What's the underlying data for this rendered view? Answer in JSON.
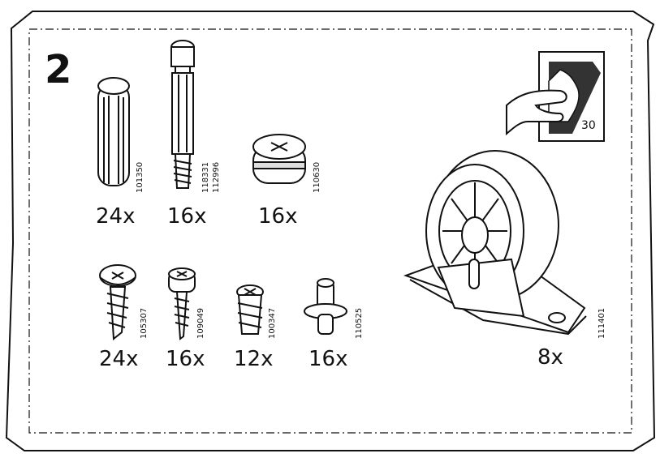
{
  "step_number": "2",
  "page_reference": "30",
  "parts": [
    {
      "name": "wooden-dowel",
      "code": "101350",
      "quantity": "24x"
    },
    {
      "name": "cam-bolt",
      "code": "118331",
      "code2": "112996",
      "quantity": "16x"
    },
    {
      "name": "cam-lock",
      "code": "110630",
      "quantity": "16x"
    },
    {
      "name": "flat-head-screw",
      "code": "105307",
      "quantity": "24x"
    },
    {
      "name": "round-head-screw",
      "code": "109049",
      "quantity": "16x"
    },
    {
      "name": "short-screw",
      "code": "100347",
      "quantity": "12x"
    },
    {
      "name": "shelf-pin",
      "code": "110525",
      "quantity": "16x"
    },
    {
      "name": "caster-wheel",
      "code": "111401",
      "quantity": "8x"
    }
  ]
}
